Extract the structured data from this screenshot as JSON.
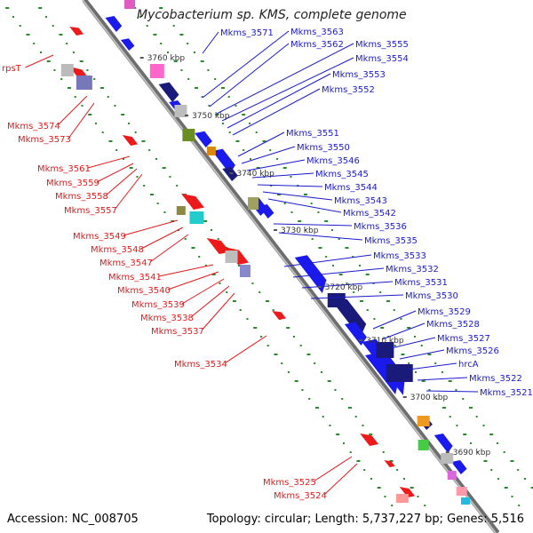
{
  "title": "Mycobacterium sp. KMS, complete genome",
  "footer": {
    "accession": "Accession: NC_008705",
    "topology": "Topology: circular; Length: 5,737,227 bp; Genes: 5,516"
  },
  "colors": {
    "backbone": "#8c8c8c",
    "forward_label": "#1a1acc",
    "reverse_label": "#e31a1a",
    "forward_gene": "#1a1aee",
    "reverse_gene": "#ee1a1a",
    "dark_gene": "#1a1a7a",
    "dots": "#2a8a2a"
  },
  "ticks": [
    "3760 kbp",
    "3750 kbp",
    "3740 kbp",
    "3730 kbp",
    "3720 kbp",
    "3710 kbp",
    "3700 kbp",
    "3690 kbp"
  ],
  "forward_labels": [
    "Mkms_3571",
    "Mkms_3563",
    "Mkms_3562",
    "Mkms_3555",
    "Mkms_3554",
    "Mkms_3553",
    "Mkms_3552",
    "Mkms_3551",
    "Mkms_3550",
    "Mkms_3546",
    "Mkms_3545",
    "Mkms_3544",
    "Mkms_3543",
    "Mkms_3542",
    "Mkms_3536",
    "Mkms_3535",
    "Mkms_3533",
    "Mkms_3532",
    "Mkms_3531",
    "Mkms_3530",
    "Mkms_3529",
    "Mkms_3528",
    "Mkms_3527",
    "Mkms_3526",
    "hrcA",
    "Mkms_3522",
    "Mkms_3521"
  ],
  "reverse_labels": [
    "rpsT",
    "Mkms_3574",
    "Mkms_3573",
    "Mkms_3561",
    "Mkms_3559",
    "Mkms_3558",
    "Mkms_3557",
    "Mkms_3549",
    "Mkms_3548",
    "Mkms_3547",
    "Mkms_3541",
    "Mkms_3540",
    "Mkms_3539",
    "Mkms_3538",
    "Mkms_3537",
    "Mkms_3534",
    "Mkms_3525",
    "Mkms_3524"
  ]
}
